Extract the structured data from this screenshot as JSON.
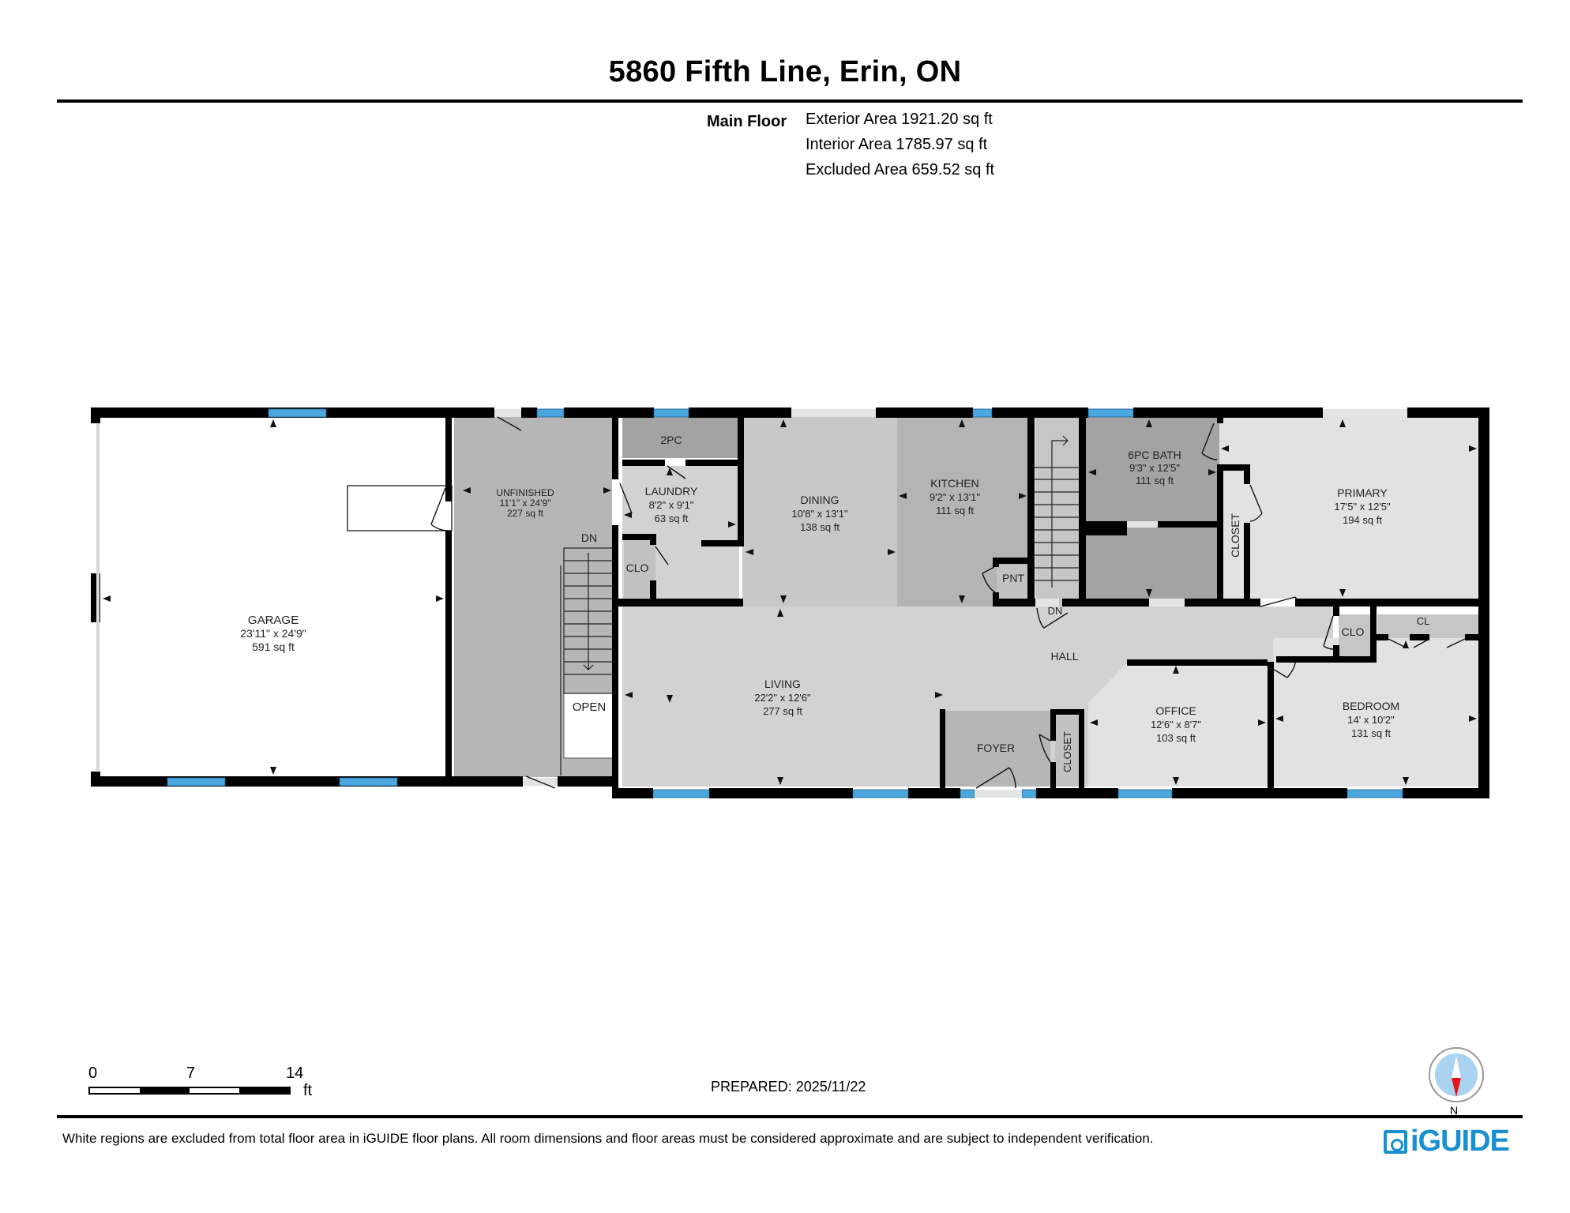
{
  "header": {
    "title": "5860 Fifth Line, Erin, ON",
    "floor_label": "Main Floor",
    "exterior_area": "Exterior Area 1921.20 sq ft",
    "interior_area": "Interior Area 1785.97 sq ft",
    "excluded_area": "Excluded Area 659.52 sq ft"
  },
  "rooms": {
    "garage": {
      "name": "GARAGE",
      "dims": "23'11\" x 24'9\"",
      "area": "591 sq ft"
    },
    "unfinished": {
      "name": "UNFINISHED",
      "dims": "11'1\" x 24'9\"",
      "area": "227 sq ft"
    },
    "two_pc": {
      "name": "2PC"
    },
    "laundry": {
      "name": "LAUNDRY",
      "dims": "8'2\" x 9'1\"",
      "area": "63 sq ft"
    },
    "clo_left": {
      "name": "CLO"
    },
    "dining": {
      "name": "DINING",
      "dims": "10'8\" x 13'1\"",
      "area": "138 sq ft"
    },
    "kitchen": {
      "name": "KITCHEN",
      "dims": "9'2\" x 13'1\"",
      "area": "111 sq ft"
    },
    "pantry": {
      "name": "PNT"
    },
    "bath": {
      "name": "6PC BATH",
      "dims": "9'3\" x 12'5\"",
      "area": "111 sq ft"
    },
    "closet_primary": {
      "name": "CLOSET"
    },
    "primary": {
      "name": "PRIMARY",
      "dims": "17'5\" x 12'5\"",
      "area": "194 sq ft"
    },
    "living": {
      "name": "LIVING",
      "dims": "22'2\" x 12'6\"",
      "area": "277 sq ft"
    },
    "hall": {
      "name": "HALL"
    },
    "foyer": {
      "name": "FOYER"
    },
    "closet_foyer": {
      "name": "CLOSET"
    },
    "office": {
      "name": "OFFICE",
      "dims": "12'6\" x 8'7\"",
      "area": "103 sq ft"
    },
    "clo_hall": {
      "name": "CLO"
    },
    "cl_bedroom": {
      "name": "CL"
    },
    "bedroom": {
      "name": "BEDROOM",
      "dims": "14' x 10'2\"",
      "area": "131 sq ft"
    },
    "open": {
      "name": "OPEN"
    },
    "stairs_left_label": "DN",
    "stairs_right_label": "DN"
  },
  "colors": {
    "wall": "#000000",
    "window": "#4aa8de",
    "room_light": "#e2e2e2",
    "room_mid": "#d2d2d2",
    "room_kitchen": "#b4b4b4",
    "room_dark": "#a3a3a3",
    "unfinished": "#b6b6b6",
    "brand": "#1a8fd0",
    "compass_fill": "#a9d3f0",
    "compass_needle": "#e8141c"
  },
  "scale": {
    "ticks": [
      "0",
      "7",
      "14"
    ],
    "unit": "ft"
  },
  "footer": {
    "prepared": "PREPARED: 2025/11/22",
    "disclaimer": "White regions are excluded from total floor area in iGUIDE floor plans. All room dimensions and floor areas must be considered approximate and are subject to independent verification.",
    "compass_label": "N",
    "logo_text": "iGUIDE"
  }
}
